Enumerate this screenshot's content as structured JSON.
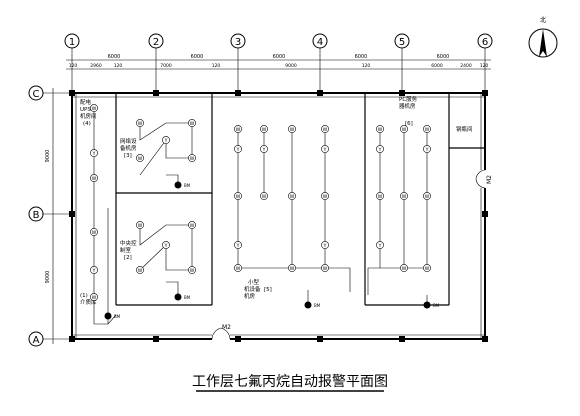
{
  "drawing": {
    "title": "工作层七氟丙烷自动报警平面图",
    "north_label": "北",
    "axes_columns": [
      "1",
      "2",
      "3",
      "4",
      "5",
      "6"
    ],
    "axes_rows": [
      "C",
      "B",
      "A"
    ],
    "top_dims_major": [
      "6000",
      "6000",
      "6000",
      "6000",
      "6000"
    ],
    "top_dims_minor": [
      "120",
      "2960",
      "120",
      "7000",
      "120",
      "9000",
      "120",
      "6000",
      "2400",
      "120"
    ],
    "left_dims": [
      "9000",
      "9000"
    ],
    "rooms": [
      {
        "label": "配电",
        "sub": [
          "UPS",
          "机房间"
        ],
        "tag": "(4)"
      },
      {
        "label": "网络设",
        "sub": [
          "备机房"
        ],
        "tag": "[3]"
      },
      {
        "label": "中央控",
        "sub": [
          "制室"
        ],
        "tag": "[2]"
      },
      {
        "label": "PC服务",
        "sub": [
          "器机房"
        ],
        "tag": "[6]"
      },
      {
        "label": "钢瓶间",
        "sub": [],
        "tag": ""
      },
      {
        "label": "小型",
        "sub": [
          "机设备",
          "机房"
        ],
        "tag": "[5]"
      },
      {
        "label": "介质库",
        "sub": [],
        "tag": "(1)"
      }
    ],
    "door_label": "M2",
    "door_right_label": "M2",
    "device_labels": {
      "smoke": "Y",
      "heat": "W",
      "panel": "BM"
    }
  }
}
